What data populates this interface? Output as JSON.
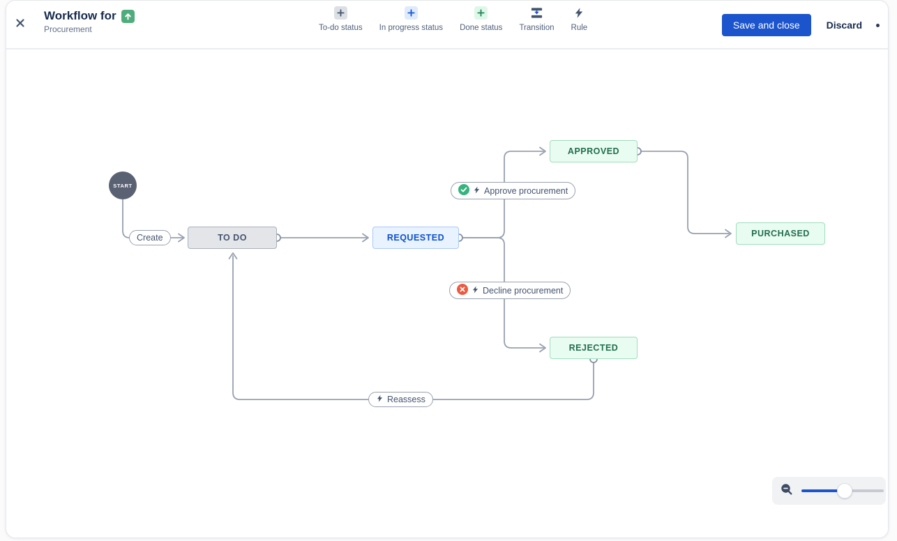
{
  "window": {
    "header": {
      "title": "Workflow for",
      "subtitle": "Procurement",
      "project_icon": "arrow-up-green-icon",
      "close_icon": "close-icon"
    },
    "toolbar": {
      "items": [
        {
          "label": "To-do status",
          "icon": "plus-icon",
          "category": "todo"
        },
        {
          "label": "In progress status",
          "icon": "plus-icon",
          "category": "inprogress"
        },
        {
          "label": "Done status",
          "icon": "plus-icon",
          "category": "done"
        },
        {
          "label": "Transition",
          "icon": "transition-icon",
          "category": "plain"
        },
        {
          "label": "Rule",
          "icon": "lightning-icon",
          "category": "plain"
        }
      ]
    },
    "actions": {
      "save_label": "Save and close",
      "discard_label": "Discard",
      "more_indicator": "dot"
    }
  },
  "diagram": {
    "start_label": "START",
    "statuses": [
      {
        "name": "TO DO",
        "category": "todo"
      },
      {
        "name": "REQUESTED",
        "category": "in-progress"
      },
      {
        "name": "APPROVED",
        "category": "done"
      },
      {
        "name": "PURCHASED",
        "category": "done"
      },
      {
        "name": "REJECTED",
        "category": "done"
      }
    ],
    "transitions": [
      {
        "name": "Create",
        "icons": []
      },
      {
        "name": "Approve procurement",
        "icons": [
          "approve-check-icon",
          "rule-lightning-icon"
        ]
      },
      {
        "name": "Decline procurement",
        "icons": [
          "decline-x-icon",
          "rule-lightning-icon"
        ]
      },
      {
        "name": "Reassess",
        "icons": [
          "rule-lightning-icon"
        ]
      }
    ]
  },
  "zoom_control": {
    "icon": "zoom-out-icon",
    "value_fraction": 0.53
  },
  "colors": {
    "primary_button": "#1b54cc",
    "edge": "#97a0af",
    "todo_fill": "#e3e5e9",
    "inprogress_fill": "#e9f2ff",
    "done_fill": "#e9fcf1",
    "inprogress_text": "#0c51cc",
    "done_text": "#216e4e",
    "approve_badge": "#36b37e",
    "decline_badge": "#eb5a41",
    "start_node": "#596173",
    "project_icon_bg": "#4fad7d"
  }
}
